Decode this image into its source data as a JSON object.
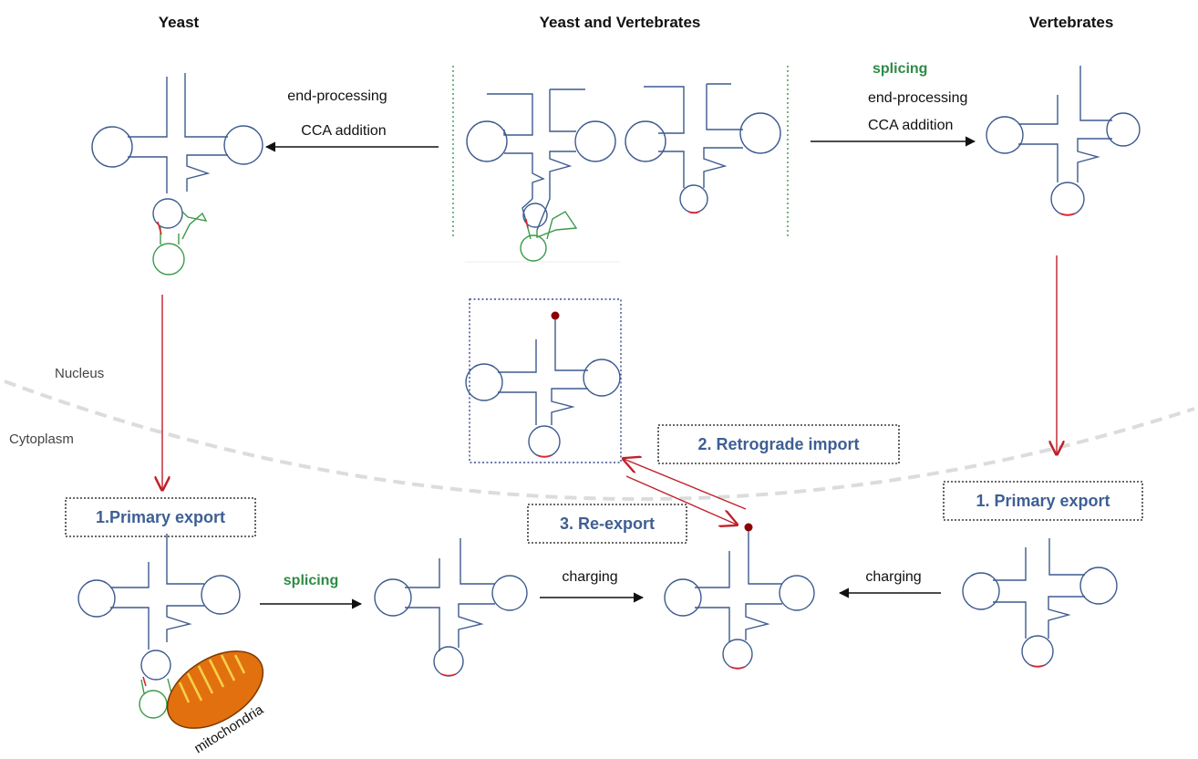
{
  "headers": {
    "left": "Yeast",
    "center": "Yeast and Vertebrates",
    "right": "Vertebrates"
  },
  "processes": {
    "left_end_processing": "end-processing",
    "left_cca": "CCA addition",
    "right_splicing": "splicing",
    "right_end_processing": "end-processing",
    "right_cca": "CCA addition",
    "bottom_splicing": "splicing",
    "charging_left": "charging",
    "charging_right": "charging"
  },
  "regions": {
    "nucleus": "Nucleus",
    "cytoplasm": "Cytoplasm"
  },
  "boxes": {
    "primary_export_left": "1.Primary export",
    "primary_export_right": "1. Primary export",
    "retrograde_import": "2. Retrograde import",
    "re_export": "3. Re-export"
  },
  "organelle": {
    "label": "mitochondria"
  },
  "colors": {
    "trna": "#3d5a8f",
    "intron": "#3c9a4a",
    "anticodon": "#e0242f",
    "transport_arrow": "#c0202a",
    "box_text": "#3e5f93",
    "mitochondria_fill": "#e2700e",
    "membrane": "#dcdcdc"
  }
}
